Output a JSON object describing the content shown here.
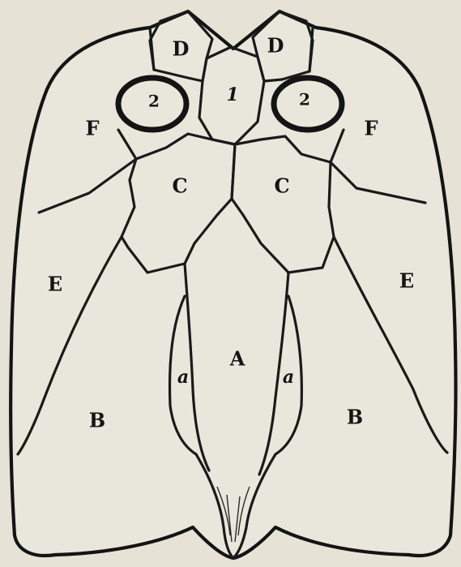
{
  "labels": {
    "A": "A",
    "B": "B",
    "C": "C",
    "D": "D",
    "E": "E",
    "F": "F",
    "a": "a",
    "one": "1",
    "two": "2"
  }
}
